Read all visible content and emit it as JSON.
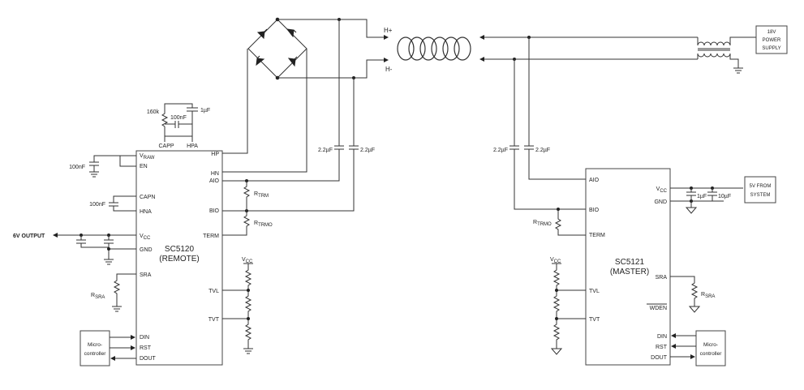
{
  "remote": {
    "name": "SC5120",
    "role": "(REMOTE)",
    "left_pins": {
      "vraw": "V",
      "vraw_sub": "RAW",
      "en": "EN",
      "capn": "CAPN",
      "hna": "HNA",
      "vcc": "V",
      "vcc_sub": "CC",
      "gnd": "GND",
      "sra": "SRA",
      "din": "DIN",
      "rst": "RST",
      "dout": "DOUT"
    },
    "right_pins": {
      "hp": "HP",
      "hn": "HN",
      "aio": "AIO",
      "bio": "BIO",
      "term": "TERM",
      "tvl": "TVL",
      "tvt": "TVT"
    },
    "top_pins": {
      "capp": "CAPP",
      "hpa": "HPA"
    }
  },
  "master": {
    "name": "SC5121",
    "role": "(MASTER)",
    "left_pins": {
      "aio": "AIO",
      "bio": "BIO",
      "term": "TERM",
      "tvl": "TVL",
      "tvt": "TVT"
    },
    "right_pins": {
      "vcc": "V",
      "vcc_sub": "CC",
      "gnd": "GND",
      "sra": "SRA",
      "wden": "WDEN",
      "din": "DIN",
      "rst": "RST",
      "dout": "DOUT"
    }
  },
  "components": {
    "r160k": "160k",
    "c100nf_top": "100nF",
    "c1uf_top": "1µF",
    "c100nf_en": "100nF",
    "c100nf_capn": "100nF",
    "output": "6V OUTPUT",
    "rsra_remote": "R",
    "rsra_remote_sub": "SRA",
    "rtrm": "R",
    "rtrm_sub": "TRM",
    "rtrmo_remote": "R",
    "rtrmo_remote_sub": "TRMO",
    "vcc_remote": "V",
    "vcc_remote_sub": "CC",
    "c22_a": "2.2µF",
    "c22_b": "2.2µF",
    "c22_c": "2.2µF",
    "c22_d": "2.2µF",
    "hplus": "H+",
    "hminus": "H-",
    "rtrmo_master": "R",
    "rtrmo_master_sub": "TRMO",
    "vcc_master": "V",
    "vcc_master_sub": "CC",
    "c1uf_master": "1µF",
    "c10uf_master": "10µF",
    "rsra_master": "R",
    "rsra_master_sub": "SRA"
  },
  "boxes": {
    "psu": [
      "18V",
      "POWER",
      "SUPPLY"
    ],
    "system": [
      "5V FROM",
      "SYSTEM"
    ],
    "mcu_left": [
      "Micro-",
      "controller"
    ],
    "mcu_right": [
      "Micro-",
      "controller"
    ]
  },
  "colors": {
    "line": "#333333",
    "background": "#ffffff"
  }
}
